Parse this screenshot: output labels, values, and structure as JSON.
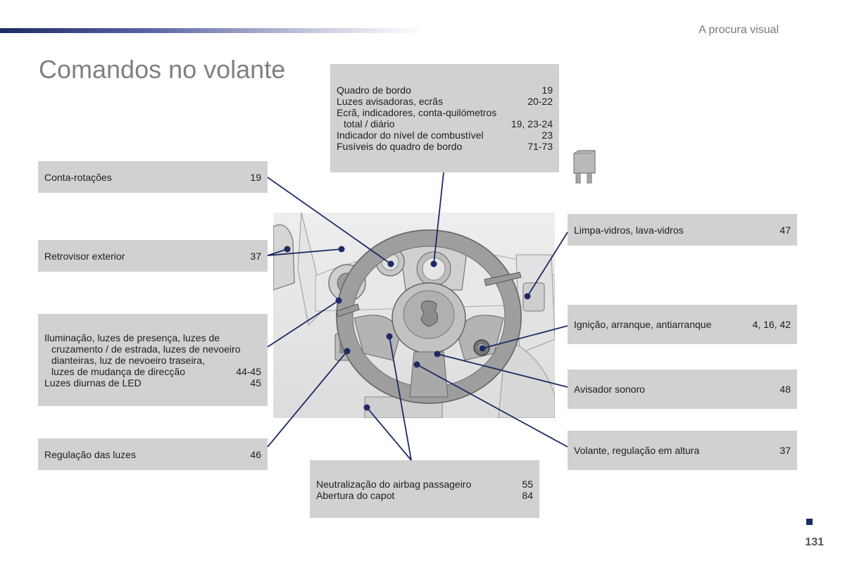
{
  "header": {
    "section_label": "A procura visual",
    "page_title": "Comandos no volante",
    "page_number": "131"
  },
  "colors": {
    "accent": "#1c2b63",
    "box_bg": "#d1d1d1",
    "title_gray": "#808080"
  },
  "callouts": {
    "instruments": [
      {
        "label": "Quadro de bordo",
        "page": "19"
      },
      {
        "label": "Luzes avisadoras, ecrãs",
        "page": "20-22"
      },
      {
        "label": "Ecrã, indicadores, conta-quilómetros",
        "page": ""
      },
      {
        "label": "total / diário",
        "page": "19, 23-24"
      },
      {
        "label": "Indicador do nível de combustível",
        "page": "23"
      },
      {
        "label": "Fusíveis do quadro de bordo",
        "page": "71-73"
      }
    ],
    "rev_counter": {
      "label": "Conta-rotações",
      "page": "19"
    },
    "mirror": {
      "label": "Retrovisor exterior",
      "page": "37"
    },
    "lighting": [
      {
        "label": "Iluminação, luzes de presença, luzes de",
        "page": ""
      },
      {
        "label": "cruzamento / de estrada, luzes de nevoeiro",
        "page": ""
      },
      {
        "label": "dianteiras, luz de nevoeiro traseira,",
        "page": ""
      },
      {
        "label": "luzes de mudança de direcção",
        "page": "44-45"
      },
      {
        "label": "Luzes diurnas de LED",
        "page": "45"
      }
    ],
    "headlamp_adjust": {
      "label": "Regulação das luzes",
      "page": "46"
    },
    "airbag": [
      {
        "label": "Neutralização do airbag passageiro",
        "page": "55"
      },
      {
        "label": "Abertura do capot",
        "page": "84"
      }
    ],
    "wipers": {
      "label": "Limpa-vidros, lava-vidros",
      "page": "47"
    },
    "ignition": {
      "label": "Ignição, arranque, antiarranque",
      "page": "4, 16, 42"
    },
    "horn": {
      "label": "Avisador sonoro",
      "page": "48"
    },
    "steering": {
      "label": "Volante, regulação em altura",
      "page": "37"
    }
  },
  "icons": {
    "fuse": "fuse-icon",
    "illustration": "dashboard-steering-wheel-illustration",
    "emblem": "lion-emblem-icon"
  }
}
